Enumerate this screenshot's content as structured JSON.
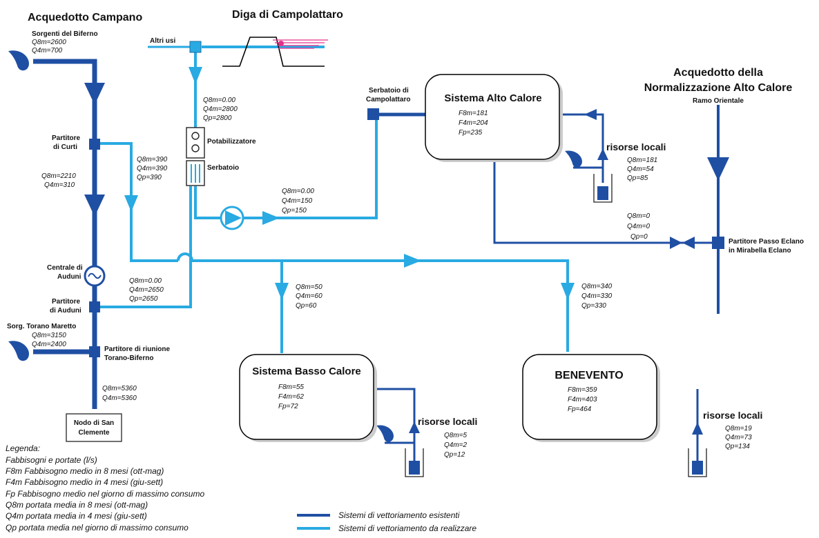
{
  "title_left": "Acquedotto Campano",
  "title_dam": "Diga di Campolattaro",
  "title_right_1": "Acquedotto della",
  "title_right_2": "Normalizzazione Alto Calore",
  "title_right_3": "Ramo Orientale",
  "sources": {
    "biferno": {
      "name": "Sorgenti del Biferno",
      "q8": "Q8m=2600",
      "q4": "Q4m=700"
    },
    "torano": {
      "name": "Sorg. Torano Maretto",
      "q8": "Q8m=3150",
      "q4": "Q4m=2400"
    }
  },
  "nodes": {
    "altri_usi": "Altri usi",
    "potabilizzatore": "Potabilizzatore",
    "serbatoio": "Serbatoio",
    "serbatoio_camp_1": "Serbatoio di",
    "serbatoio_camp_2": "Campolattaro",
    "partitore_curti_1": "Partitore",
    "partitore_curti_2": "di Curti",
    "centrale_1": "Centrale di",
    "centrale_2": "Auduni",
    "partitore_auduni_1": "Partitore",
    "partitore_auduni_2": "di Auduni",
    "partitore_riunione_1": "Partitore di riunione",
    "partitore_riunione_2": "Torano-Biferno",
    "nodo_1": "Nodo di San",
    "nodo_2": "Clemente",
    "passo_1": "Partitore Passo Eclano",
    "passo_2": "in Mirabella Eclano"
  },
  "flows": {
    "dam_out": [
      "Q8m=0.00",
      "Q4m=2800",
      "Qp=2800"
    ],
    "curti_branch": [
      "Q8m=390",
      "Q4m=390",
      "Qp=390"
    ],
    "curti_down": [
      "Q8m=2210",
      "Q4m=310"
    ],
    "pump": [
      "Q8m=0.00",
      "Q4m=150",
      "Qp=150"
    ],
    "auduni": [
      "Q8m=0.00",
      "Q4m=2650",
      "Qp=2650"
    ],
    "basso": [
      "Q8m=50",
      "Q4m=60",
      "Qp=60"
    ],
    "benevento": [
      "Q8m=340",
      "Q4m=330",
      "Qp=330"
    ],
    "nodo": [
      "Q8m=5360",
      "Q4m=5360"
    ],
    "passo": [
      "Q8m=0",
      "Q4m=0",
      "Qp=0"
    ]
  },
  "systems": {
    "alto": {
      "name": "Sistema Alto Calore",
      "f8": "F8m=181",
      "f4": "F4m=204",
      "fp": "Fp=235"
    },
    "basso": {
      "name": "Sistema Basso Calore",
      "f8": "F8m=55",
      "f4": "F4m=62",
      "fp": "Fp=72"
    },
    "benevento": {
      "name": "BENEVENTO",
      "f8": "F8m=359",
      "f4": "F4m=403",
      "fp": "Fp=464"
    }
  },
  "local": {
    "label": "risorse locali",
    "alto": [
      "Q8m=181",
      "Q4m=54",
      "Qp=85"
    ],
    "basso": [
      "Q8m=5",
      "Q4m=2",
      "Qp=12"
    ],
    "benevento": [
      "Q8m=19",
      "Q4m=73",
      "Qp=134"
    ]
  },
  "legend": {
    "title": "Legenda:",
    "lines": [
      "Fabbisogni e portate (l/s)",
      "F8m Fabbisogno medio in 8 mesi (ott-mag)",
      "F4m Fabbisogno medio in 4 mesi (giu-sett)",
      "Fp Fabbisogno medio nel giorno di massimo consumo",
      "Q8m portata media in 8 mesi (ott-mag)",
      "Q4m portata media in 4 mesi (giu-sett)",
      "Qp portata media nel giorno di massimo consumo"
    ],
    "existing": "Sistemi di vettoriamento esistenti",
    "planned": "Sistemi di vettoriamento da realizzare"
  },
  "colors": {
    "existing": "#1f4fa3",
    "planned": "#29aae2",
    "reservoir": "#e3328a"
  }
}
